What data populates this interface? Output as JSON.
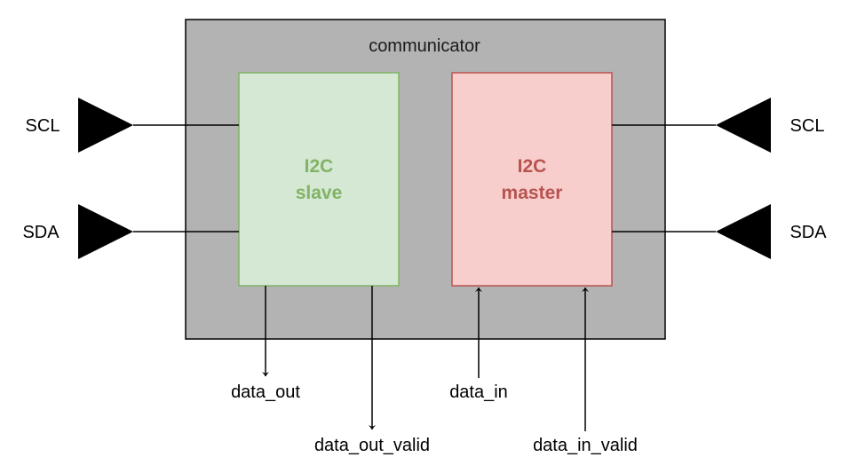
{
  "container": {
    "title": "communicator",
    "fill": "#b3b3b3",
    "stroke": "#000000"
  },
  "slave": {
    "line1": "I2C",
    "line2": "slave",
    "fill": "#d5e8d4",
    "stroke": "#82b366",
    "text_color": "#82b366"
  },
  "master": {
    "line1": "I2C",
    "line2": "master",
    "fill": "#f8cecc",
    "stroke": "#b85450",
    "text_color": "#b85450"
  },
  "left_ports": {
    "scl": "SCL",
    "sda": "SDA"
  },
  "right_ports": {
    "scl": "SCL",
    "sda": "SDA"
  },
  "signals": {
    "data_out": "data_out",
    "data_out_valid": "data_out_valid",
    "data_in": "data_in",
    "data_in_valid": "data_in_valid"
  }
}
